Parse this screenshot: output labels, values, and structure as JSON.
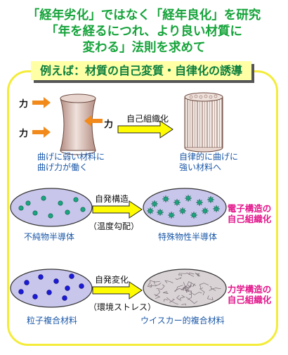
{
  "headline": {
    "line1": "「経年劣化」ではなく「経年良化」を研究",
    "line2": "「年を経るにつれ、より良い材質に",
    "line3": "変わる」法則を求めて"
  },
  "banner": "例えば：材質の自己変質・自律化の誘導",
  "row1": {
    "force_label": "力",
    "process": "自己組織化",
    "left_caption_1": "曲げに弱い材料に",
    "left_caption_2": "曲げ力が働く",
    "right_caption_1": "自律的に曲げに",
    "right_caption_2": "強い材料へ"
  },
  "row2": {
    "process": "自発構造",
    "condition": "（温度勾配）",
    "left_caption": "不純物半導体",
    "right_caption": "特殊物性半導体",
    "note_1": "電子構造の",
    "note_2": "自己組織化"
  },
  "row3": {
    "process": "自発変化",
    "condition": "（環境ストレス）",
    "left_caption": "粒子複合材料",
    "right_caption": "ウイスカー的複合材料",
    "note_1": "力学構造の",
    "note_2": "自己組織化"
  },
  "colors": {
    "heading": "#15a33a",
    "frame": "#f3ec3a",
    "banner_fill": "#ffffa6",
    "arrow_fill": "#fffb00",
    "force_arrow": "#f18a1a",
    "ellipse_fill": "#c9c6ec",
    "teal_dot": "#1aa680",
    "blue_dot": "#1b1bd6",
    "note": "#e3178b"
  },
  "icons": [
    "force-arrow-icon",
    "process-arrow-icon",
    "star-dot-icon"
  ]
}
